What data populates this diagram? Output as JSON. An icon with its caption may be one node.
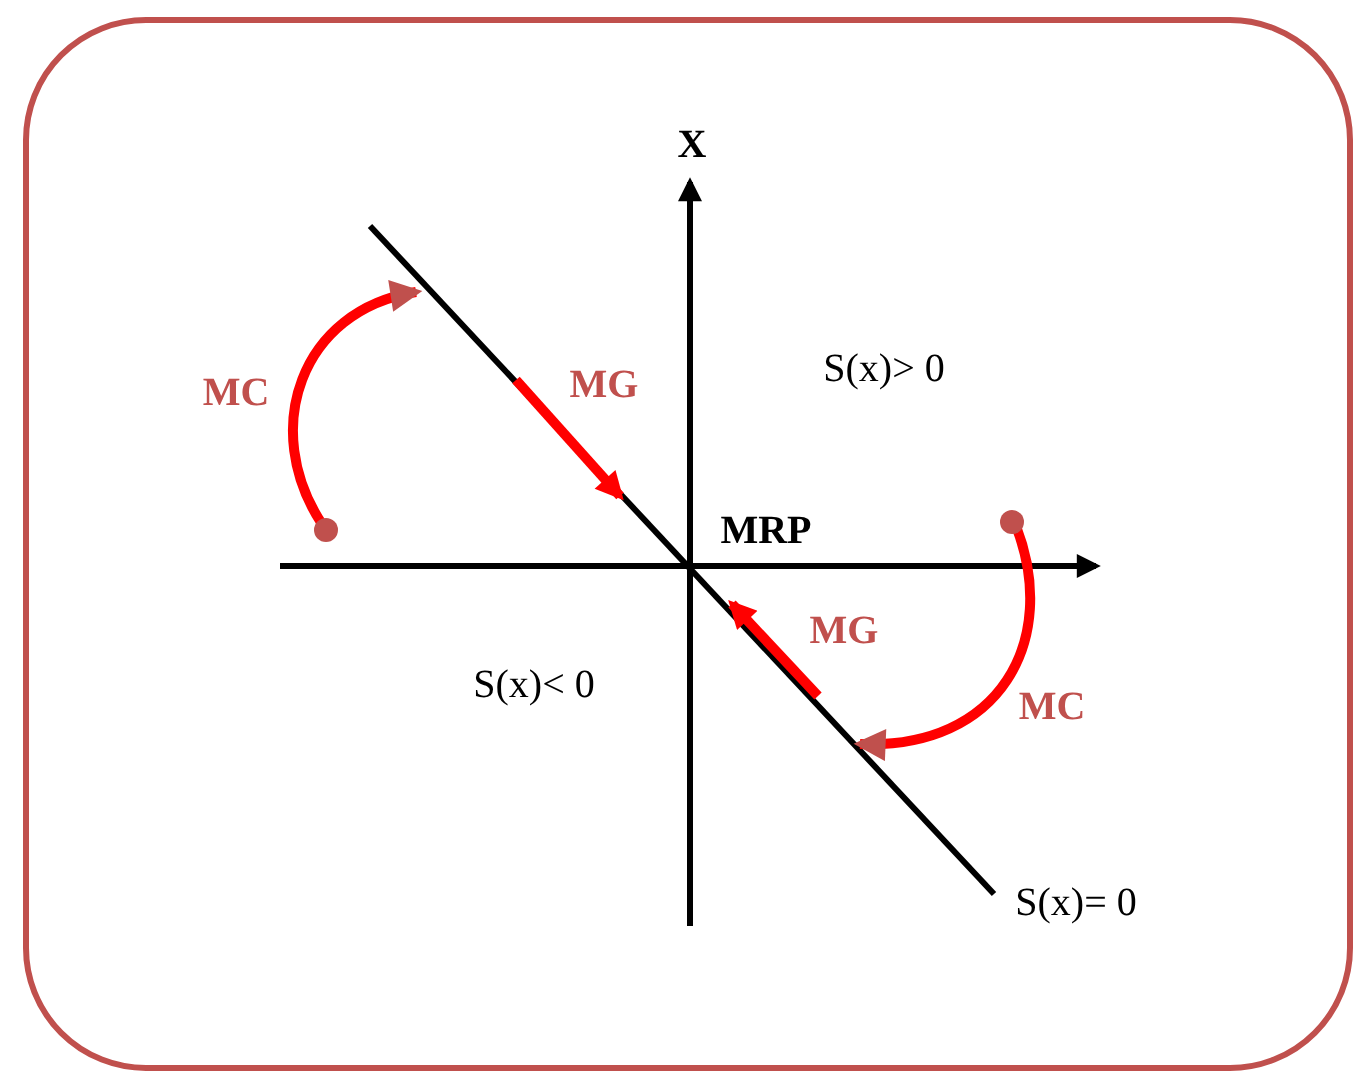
{
  "diagram": {
    "labels": [
      "X",
      "MC",
      "MG",
      "S(x)> 0",
      "MRP",
      "S(x)< 0",
      "MG",
      "MC",
      "S(x)= 0"
    ]
  }
}
